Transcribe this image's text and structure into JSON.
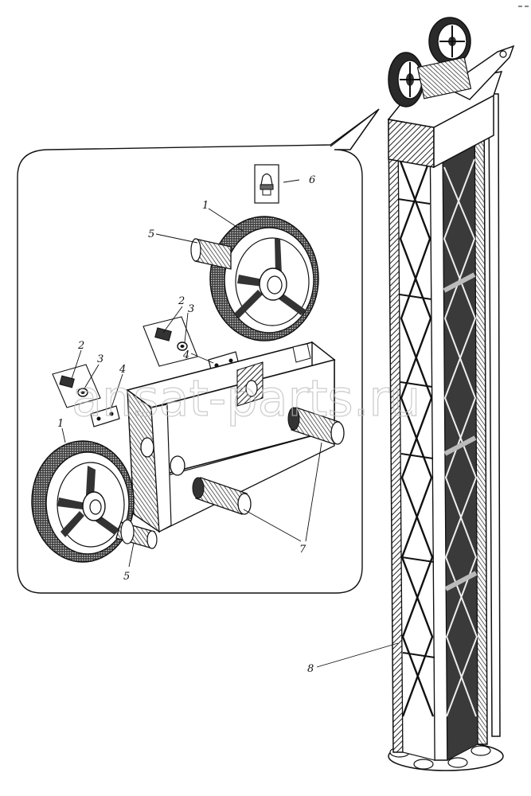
{
  "figure": {
    "watermark": "ansat-parts.ru",
    "callouts": [
      {
        "id": "c1a",
        "text": "1"
      },
      {
        "id": "c1b",
        "text": "1"
      },
      {
        "id": "c2a",
        "text": "2"
      },
      {
        "id": "c2b",
        "text": "2"
      },
      {
        "id": "c3a",
        "text": "3"
      },
      {
        "id": "c3b",
        "text": "3"
      },
      {
        "id": "c4a",
        "text": "4"
      },
      {
        "id": "c4b",
        "text": "4"
      },
      {
        "id": "c5a",
        "text": "5"
      },
      {
        "id": "c5b",
        "text": "5"
      },
      {
        "id": "c6",
        "text": "6"
      },
      {
        "id": "c7",
        "text": "7"
      },
      {
        "id": "c8",
        "text": "8"
      }
    ],
    "colors": {
      "ink": "#111111",
      "dark_fill": "#2b2b2b",
      "paper": "#ffffff",
      "watermark": "#bdbdbd"
    }
  }
}
